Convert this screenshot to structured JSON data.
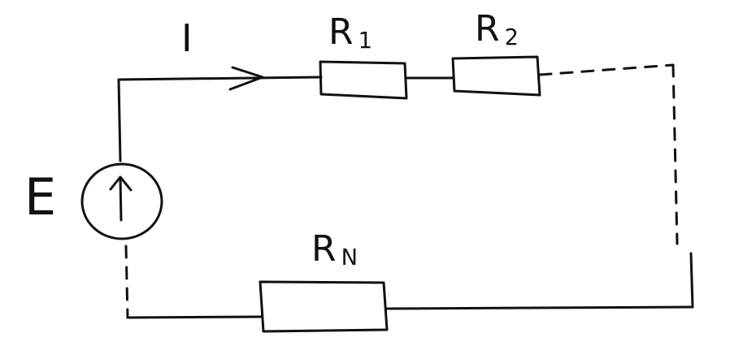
{
  "circuit": {
    "current_label": "I",
    "source_label": "E",
    "resistors": [
      {
        "symbol": "R",
        "subscript": "1"
      },
      {
        "symbol": "R",
        "subscript": "2"
      },
      {
        "symbol": "R",
        "subscript": "N"
      }
    ]
  },
  "colors": {
    "ink": "#111111",
    "background": "#ffffff"
  }
}
